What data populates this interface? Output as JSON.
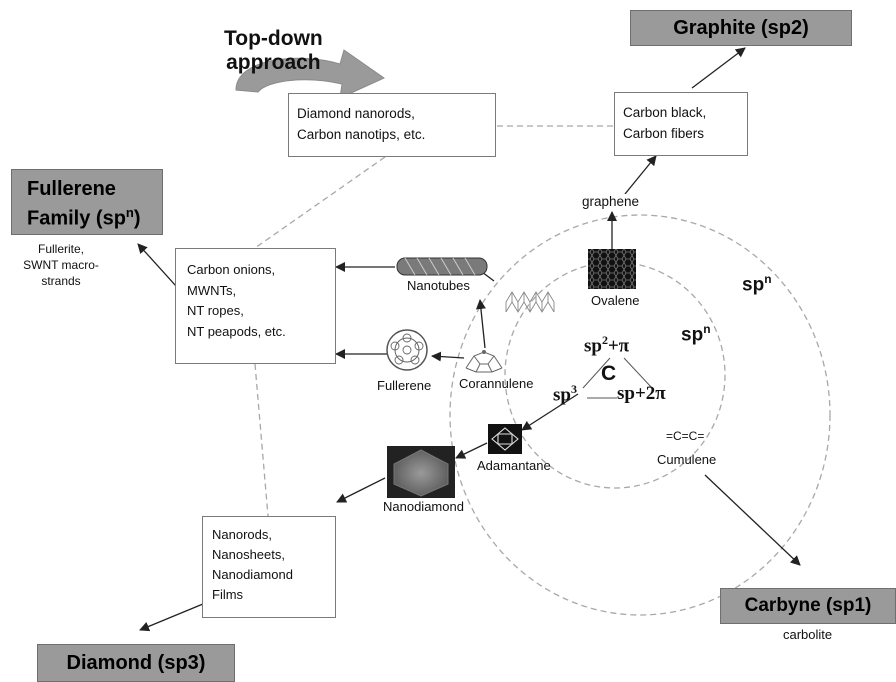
{
  "header": {
    "top_down_line1": "Top-down",
    "top_down_line2": "approach"
  },
  "categories": {
    "graphite": "Graphite (sp2)",
    "fullerene_line1": "Fullerene",
    "fullerene_line2": "Family (sp",
    "fullerene_sup": "n",
    "fullerene_close": ")",
    "fullerene_sub_line1": "Fullerite,",
    "fullerene_sub_line2": "SWNT macro-",
    "fullerene_sub_line3": "strands",
    "carbyne": "Carbyne (sp1)",
    "carbyne_sub": "carbolite",
    "diamond": "Diamond (sp3)"
  },
  "boxes": {
    "top_down": [
      "Diamond nanorods,",
      "Carbon nanotips, etc."
    ],
    "graphite_products": [
      "Carbon black,",
      "Carbon fibers"
    ],
    "fullerene_products": [
      "Carbon onions,",
      "MWNTs,",
      "NT ropes,",
      "NT peapods, etc."
    ],
    "diamond_products": [
      "Nanorods,",
      "Nanosheets,",
      "Nanodiamond",
      "Films"
    ]
  },
  "structures": {
    "graphene": "graphene",
    "ovalene": "Ovalene",
    "nanotubes": "Nanotubes",
    "fullerene": "Fullerene",
    "corannulene": "Corannulene",
    "adamantane": "Adamantane",
    "nanodiamond": "Nanodiamond",
    "cumulene_formula": "=C=C=",
    "cumulene": "Cumulene"
  },
  "hybridization": {
    "center": "C",
    "sp2pi_base": "sp",
    "sp2pi_sup": "2",
    "sp2pi_tail": "+π",
    "sp3_base": "sp",
    "sp3_sup": "3",
    "sp2pi2": "sp+2π",
    "spn_base": "sp",
    "spn_sup": "n"
  },
  "colors": {
    "category_fill": "#9a9a9a",
    "dashed_line": "#9e9e9e",
    "arrow": "#333333"
  }
}
